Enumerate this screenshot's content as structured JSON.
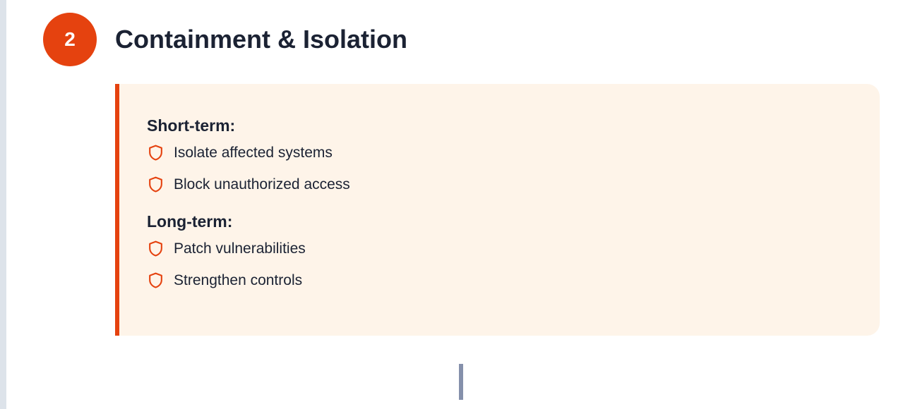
{
  "step": {
    "number": "2",
    "title": "Containment & Isolation"
  },
  "groups": [
    {
      "heading": "Short-term:",
      "items": [
        "Isolate affected systems",
        "Block unauthorized access"
      ]
    },
    {
      "heading": "Long-term:",
      "items": [
        "Patch vulnerabilities",
        "Strengthen controls"
      ]
    }
  ],
  "icons": {
    "item_icon": "shield-icon",
    "connector": "connector-line"
  },
  "colors": {
    "accent": "#e5420f",
    "card_background": "#fef4e9",
    "text": "#1b2233",
    "connector": "#8590ab",
    "rail": "#dde3ea"
  }
}
